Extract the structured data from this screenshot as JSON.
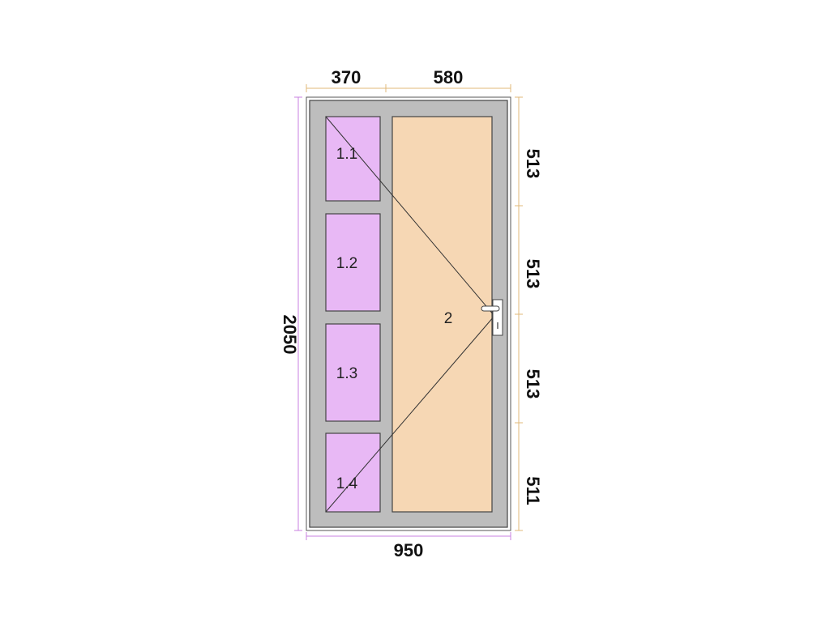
{
  "dimensions": {
    "top": [
      "370",
      "580"
    ],
    "bottom": "950",
    "left": "2050",
    "right": [
      "513",
      "513",
      "513",
      "511"
    ]
  },
  "panes": {
    "side_lights": [
      "1.1",
      "1.2",
      "1.3",
      "1.4"
    ],
    "door_leaf": "2"
  },
  "colors": {
    "frame": "#bdbdbd",
    "side_glass": "#e8b8f5",
    "door_panel": "#f6d7b4",
    "dim_line_horizontal": "#e0b878",
    "dim_line_vertical": "#c880e0"
  }
}
